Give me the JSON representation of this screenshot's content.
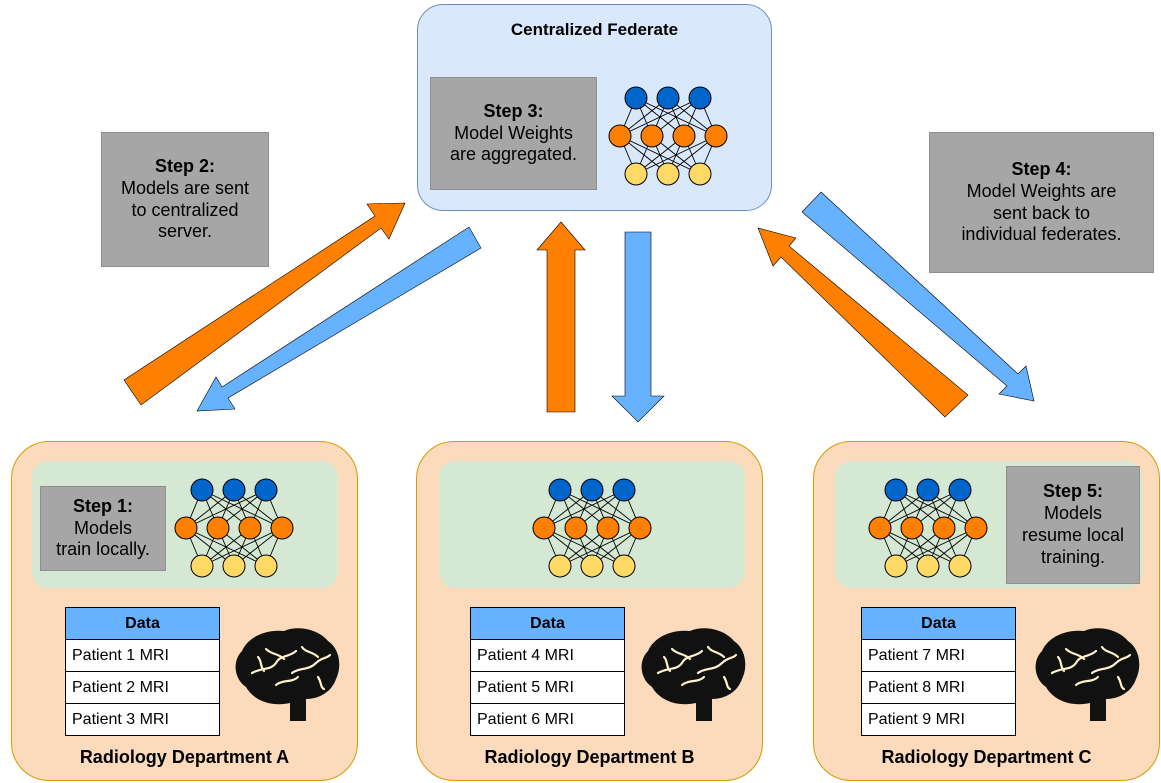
{
  "central": {
    "title": "Centralized Federate"
  },
  "steps": {
    "step1": {
      "title": "Step 1:",
      "lines": [
        "Models",
        "train locally."
      ]
    },
    "step2": {
      "title": "Step 2:",
      "lines": [
        "Models are sent",
        "to centralized",
        "server."
      ]
    },
    "step3": {
      "title": "Step 3:",
      "lines": [
        "Model Weights",
        "are aggregated."
      ]
    },
    "step4": {
      "title": "Step 4:",
      "lines": [
        "Model Weights are",
        "sent back to",
        "individual federates."
      ]
    },
    "step5": {
      "title": "Step 5:",
      "lines": [
        "Models",
        "resume local",
        "training."
      ]
    }
  },
  "departments": [
    {
      "label": "Radiology Department A",
      "table_header": "Data",
      "rows": [
        "Patient 1 MRI",
        "Patient 2 MRI",
        "Patient 3 MRI"
      ]
    },
    {
      "label": "Radiology Department B",
      "table_header": "Data",
      "rows": [
        "Patient 4 MRI",
        "Patient 5 MRI",
        "Patient 6 MRI"
      ]
    },
    {
      "label": "Radiology Department C",
      "table_header": "Data",
      "rows": [
        "Patient 7 MRI",
        "Patient 8 MRI",
        "Patient 9 MRI"
      ]
    }
  ],
  "colors": {
    "upload_arrow": "#ff8000",
    "download_arrow": "#66b2ff",
    "node_top": "#0066cc",
    "node_mid": "#ff8000",
    "node_bottom": "#ffd966",
    "central_fill": "#dae8fc",
    "dept_fill": "#fbdbbb",
    "model_panel_fill": "#d5e8d4",
    "step_box_fill": "#a6a6a6"
  },
  "icons": {
    "network": "neural-network-icon",
    "brain": "brain-icon"
  }
}
